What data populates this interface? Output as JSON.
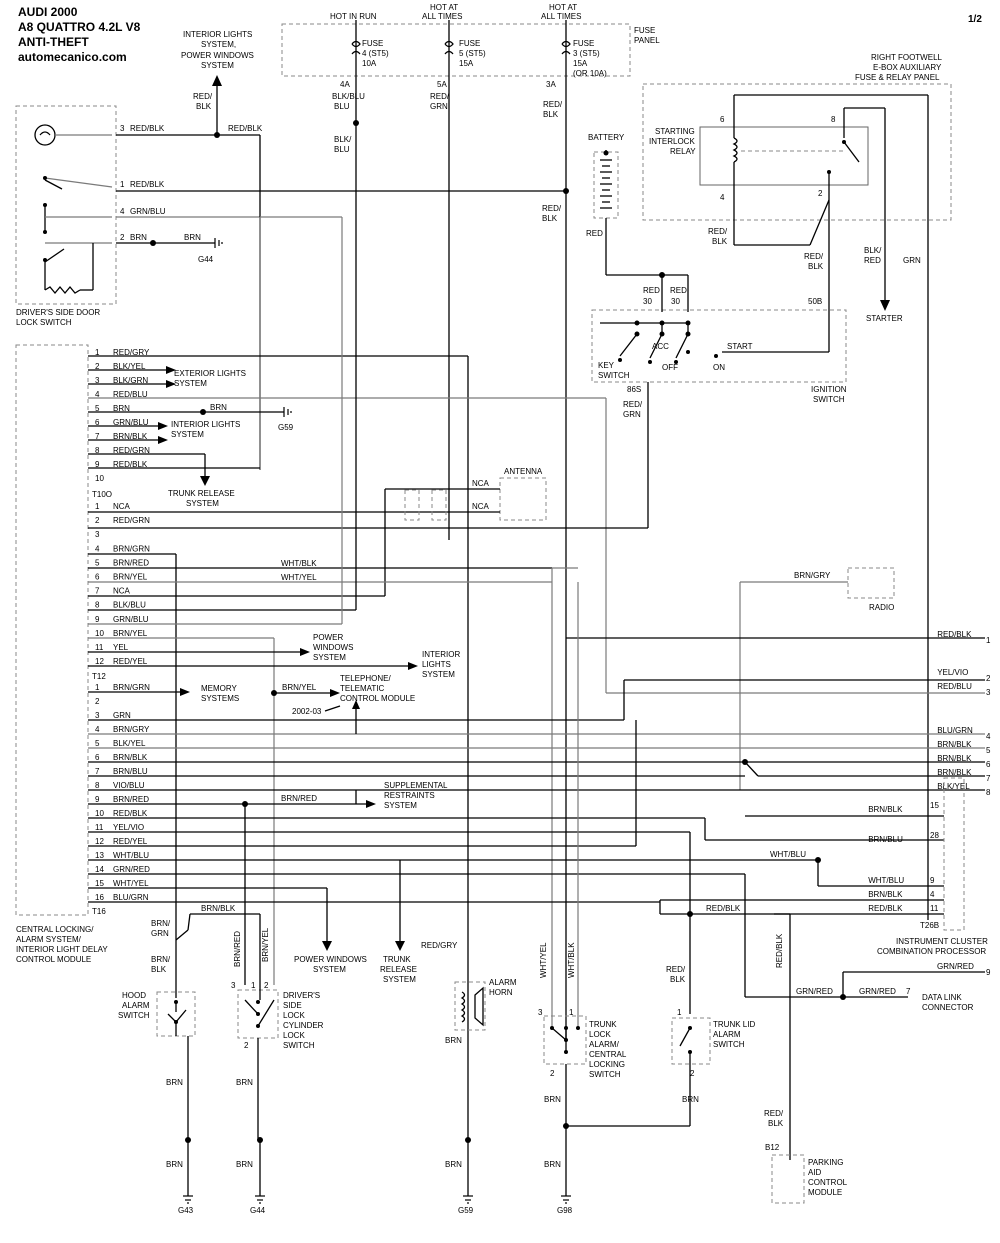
{
  "header": {
    "line1": "AUDI 2000",
    "line2": "A8 QUATTRO 4.2L V8",
    "line3": "ANTI-THEFT",
    "site": "automecanico.com",
    "page": "1/2"
  },
  "fuse_panel": {
    "title_line1": "FUSE",
    "title_line2": "PANEL",
    "hot_in_run": "HOT IN RUN",
    "hot_at_all_times_line1": "HOT AT",
    "hot_at_all_times_line2": "ALL TIMES",
    "fuse4": [
      "FUSE",
      "4 (ST5)",
      "10A"
    ],
    "fuse5": [
      "FUSE",
      "5 (ST5)",
      "15A"
    ],
    "fuse3": [
      "FUSE",
      "3 (ST5)",
      "15A",
      "(OR 10A)"
    ],
    "pin4a": "4A",
    "pin5a": "5A",
    "pin3a": "3A"
  },
  "right_panel": {
    "title": [
      "RIGHT FOOTWELL",
      "E-BOX AUXILIARY",
      "FUSE & RELAY PANEL"
    ],
    "relay": [
      "STARTING",
      "INTERLOCK",
      "RELAY"
    ],
    "pins": [
      "6",
      "8",
      "4",
      "2"
    ]
  },
  "battery": "BATTERY",
  "starter": "STARTER",
  "ignition": {
    "key_switch": [
      "KEY",
      "SWITCH"
    ],
    "acc": "ACC",
    "off": "OFF",
    "on": "ON",
    "start": "START",
    "label": [
      "IGNITION",
      "SWITCH"
    ],
    "pin30a": "30",
    "pin30b": "30",
    "pin50b": "50B",
    "pin86s": "86S"
  },
  "door_switch": {
    "label": [
      "DRIVER'S SIDE DOOR",
      "LOCK SWITCH"
    ],
    "pins": [
      {
        "n": "3",
        "c": "RED/BLK"
      },
      {
        "n": "1",
        "c": "RED/BLK"
      },
      {
        "n": "4",
        "c": "GRN/BLU"
      },
      {
        "n": "2",
        "c": "BRN"
      }
    ],
    "g44": "G44",
    "brn": "BRN"
  },
  "interior_lights_top": [
    "INTERIOR LIGHTS",
    "SYSTEM,",
    "POWER WINDOWS",
    "SYSTEM"
  ],
  "module": {
    "label": [
      "CENTRAL LOCKING/",
      "ALARM SYSTEM/",
      "INTERIOR LIGHT DELAY",
      "CONTROL MODULE"
    ],
    "connectors": [
      "T10O",
      "T12",
      "T16"
    ],
    "t10o": [
      {
        "n": "1",
        "c": "RED/GRY"
      },
      {
        "n": "2",
        "c": "BLK/YEL"
      },
      {
        "n": "3",
        "c": "BLK/GRN"
      },
      {
        "n": "4",
        "c": "RED/BLU"
      },
      {
        "n": "5",
        "c": "BRN"
      },
      {
        "n": "6",
        "c": "GRN/BLU"
      },
      {
        "n": "7",
        "c": "BRN/BLK"
      },
      {
        "n": "8",
        "c": "RED/GRN"
      },
      {
        "n": "9",
        "c": "RED/BLK"
      },
      {
        "n": "10",
        "c": ""
      }
    ],
    "t12": [
      {
        "n": "1",
        "c": "NCA"
      },
      {
        "n": "2",
        "c": "RED/GRN"
      },
      {
        "n": "3",
        "c": ""
      },
      {
        "n": "4",
        "c": "BRN/GRN"
      },
      {
        "n": "5",
        "c": "BRN/RED"
      },
      {
        "n": "6",
        "c": "BRN/YEL"
      },
      {
        "n": "7",
        "c": "NCA"
      },
      {
        "n": "8",
        "c": "BLK/BLU"
      },
      {
        "n": "9",
        "c": "GRN/BLU"
      },
      {
        "n": "10",
        "c": "BRN/YEL"
      },
      {
        "n": "11",
        "c": "YEL"
      },
      {
        "n": "12",
        "c": "RED/YEL"
      }
    ],
    "t16": [
      {
        "n": "1",
        "c": "BRN/GRN"
      },
      {
        "n": "2",
        "c": ""
      },
      {
        "n": "3",
        "c": "GRN"
      },
      {
        "n": "4",
        "c": "BRN/GRY"
      },
      {
        "n": "5",
        "c": "BLK/YEL"
      },
      {
        "n": "6",
        "c": "BRN/BLK"
      },
      {
        "n": "7",
        "c": "BRN/BLU"
      },
      {
        "n": "8",
        "c": "VIO/BLU"
      },
      {
        "n": "9",
        "c": "BRN/RED"
      },
      {
        "n": "10",
        "c": "RED/BLK"
      },
      {
        "n": "11",
        "c": "YEL/VIO"
      },
      {
        "n": "12",
        "c": "RED/YEL"
      },
      {
        "n": "13",
        "c": "WHT/BLU"
      },
      {
        "n": "14",
        "c": "GRN/RED"
      },
      {
        "n": "15",
        "c": "WHT/YEL"
      },
      {
        "n": "16",
        "c": "BLU/GRN"
      }
    ]
  },
  "systems": {
    "exterior_lights": [
      "EXTERIOR LIGHTS",
      "SYSTEM"
    ],
    "interior_lights": [
      "INTERIOR LIGHTS",
      "SYSTEM"
    ],
    "trunk_release": [
      "TRUNK RELEASE",
      "SYSTEM"
    ],
    "power_windows_mid": [
      "POWER",
      "WINDOWS",
      "SYSTEM"
    ],
    "interior_lights_mid": [
      "INTERIOR",
      "LIGHTS",
      "SYSTEM"
    ],
    "memory": [
      "MEMORY",
      "SYSTEMS"
    ],
    "telephone": [
      "TELEPHONE/",
      "TELEMATIC",
      "CONTROL MODULE"
    ],
    "year": "2002-03",
    "srs": [
      "SUPPLEMENTAL",
      "RESTRAINTS",
      "SYSTEM"
    ],
    "power_windows_bot": [
      "POWER WINDOWS",
      "SYSTEM"
    ],
    "trunk_release_bot": [
      "TRUNK",
      "RELEASE",
      "SYSTEM"
    ]
  },
  "antenna": {
    "label": "ANTENNA",
    "nca1": "NCA",
    "nca2": "NCA"
  },
  "radio": {
    "label": "RADIO",
    "wire": "BRN/GRY"
  },
  "right_edge": [
    {
      "n": "1",
      "c": "RED/BLK"
    },
    {
      "n": "2",
      "c": "YEL/VIO"
    },
    {
      "n": "3",
      "c": "RED/BLU"
    },
    {
      "n": "4",
      "c": "BLU/GRN"
    },
    {
      "n": "5",
      "c": "BRN/BLK"
    },
    {
      "n": "6",
      "c": "BRN/BLK"
    },
    {
      "n": "7",
      "c": "BRN/BLK"
    },
    {
      "n": "8",
      "c": "BLK/YEL"
    }
  ],
  "cluster": {
    "label": [
      "INSTRUMENT CLUSTER",
      "COMBINATION PROCESSOR"
    ],
    "connector": "T26B",
    "pins": [
      {
        "n": "15",
        "c": "BRN/BLK"
      },
      {
        "n": "28",
        "c": "BRN/BLU"
      },
      {
        "n": "9",
        "c": "WHT/BLU"
      },
      {
        "n": "4",
        "c": "BRN/BLK"
      },
      {
        "n": "11",
        "c": "RED/BLK"
      }
    ],
    "wht_blu": "WHT/BLU"
  },
  "dlc": {
    "label": [
      "DATA LINK",
      "CONNECTOR"
    ],
    "pin": "7",
    "wire1": "GRN/RED",
    "wire2": "GRN/RED",
    "edge9": "9",
    "edge9c": "GRN/RED"
  },
  "parking": {
    "label": [
      "PARKING",
      "AID",
      "CONTROL",
      "MODULE"
    ],
    "pin": "B12",
    "wire": "RED/BLK"
  },
  "bottom": {
    "hood": [
      "HOOD",
      "ALARM",
      "SWITCH"
    ],
    "door_cyl": [
      "DRIVER'S",
      "SIDE",
      "LOCK",
      "CYLINDER",
      "LOCK",
      "SWITCH"
    ],
    "horn": [
      "ALARM",
      "HORN"
    ],
    "trunk_lock": [
      "TRUNK",
      "LOCK",
      "ALARM/",
      "CENTRAL",
      "LOCKING",
      "SWITCH"
    ],
    "trunk_lid": [
      "TRUNK LID",
      "ALARM",
      "SWITCH"
    ],
    "grounds": [
      "G43",
      "G44",
      "G59",
      "G98"
    ],
    "brn": "BRN",
    "brn_grn": "BRN/GRN",
    "brn_blk": "BRN/BLK",
    "brn_red": "BRN/RED",
    "brn_yel": "BRN/YEL",
    "red_gry": "RED/GRY",
    "wht_yel": "WHT/YEL",
    "wht_blk": "WHT/BLK",
    "red_blk": "RED/BLK",
    "wht_blk_mid": "WHT/BLK",
    "wht_yel_mid": "WHT/YEL",
    "brn_yel_mid": "BRN/YEL",
    "brn_red_mid": "BRN/RED",
    "brn_mid": "BRN",
    "red_blu": "RED/BLU",
    "red_grn": "RED/GRN",
    "blk_blu": "BLK/BLU",
    "blk_red": "BLK/RED",
    "grn": "GRN",
    "red": "RED",
    "red_grn_top": "RED/GRN",
    "blk_blu_top": "BLK/BLU",
    "red_blk_top": "RED/BLK"
  }
}
